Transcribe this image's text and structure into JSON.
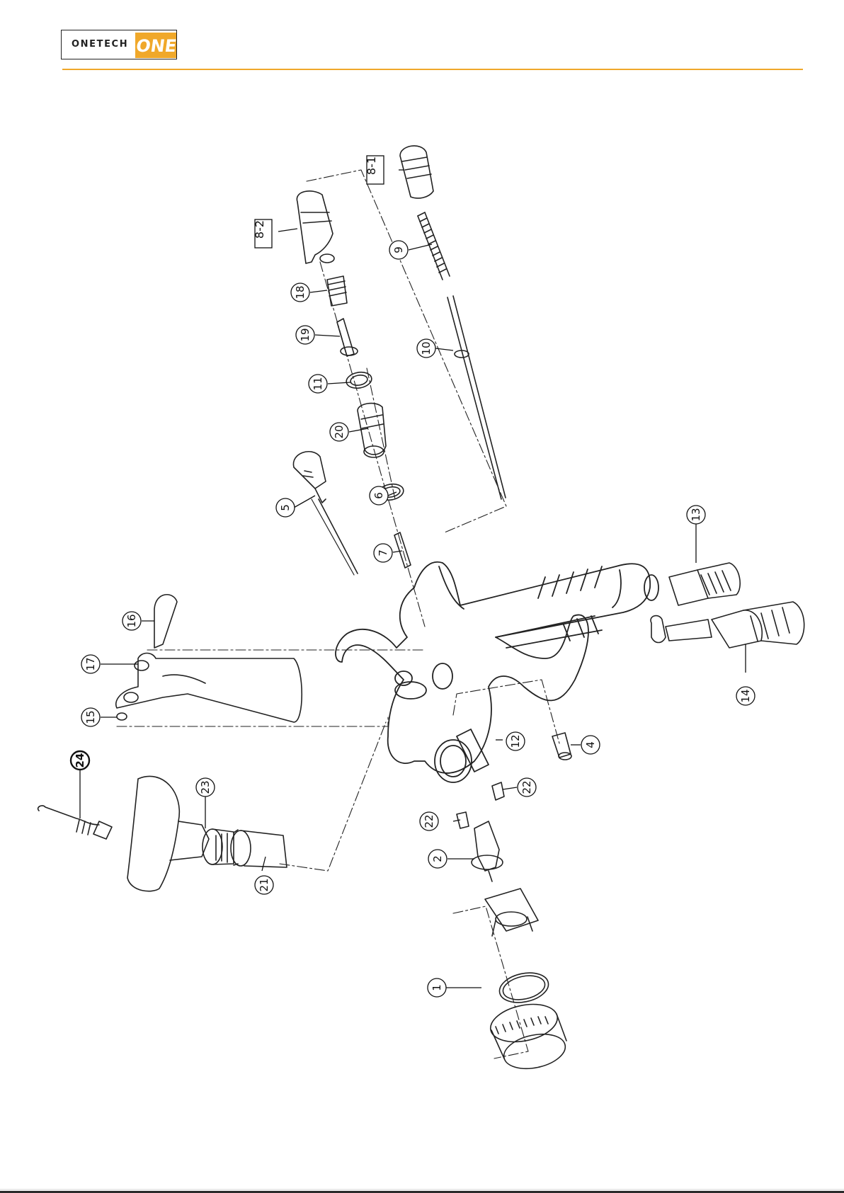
{
  "header": {
    "brand_text": "ONETECH",
    "brand_mark_text": "ONE",
    "accent_color": "#f0a82a"
  },
  "diagram": {
    "part_labels": [
      "1",
      "2",
      "4",
      "5",
      "6",
      "7",
      "9",
      "10",
      "11",
      "12",
      "13",
      "14",
      "15",
      "16",
      "17",
      "18",
      "19",
      "20",
      "21",
      "22",
      "22",
      "23",
      "24"
    ],
    "box_labels": [
      "8-1",
      "8-2"
    ]
  }
}
